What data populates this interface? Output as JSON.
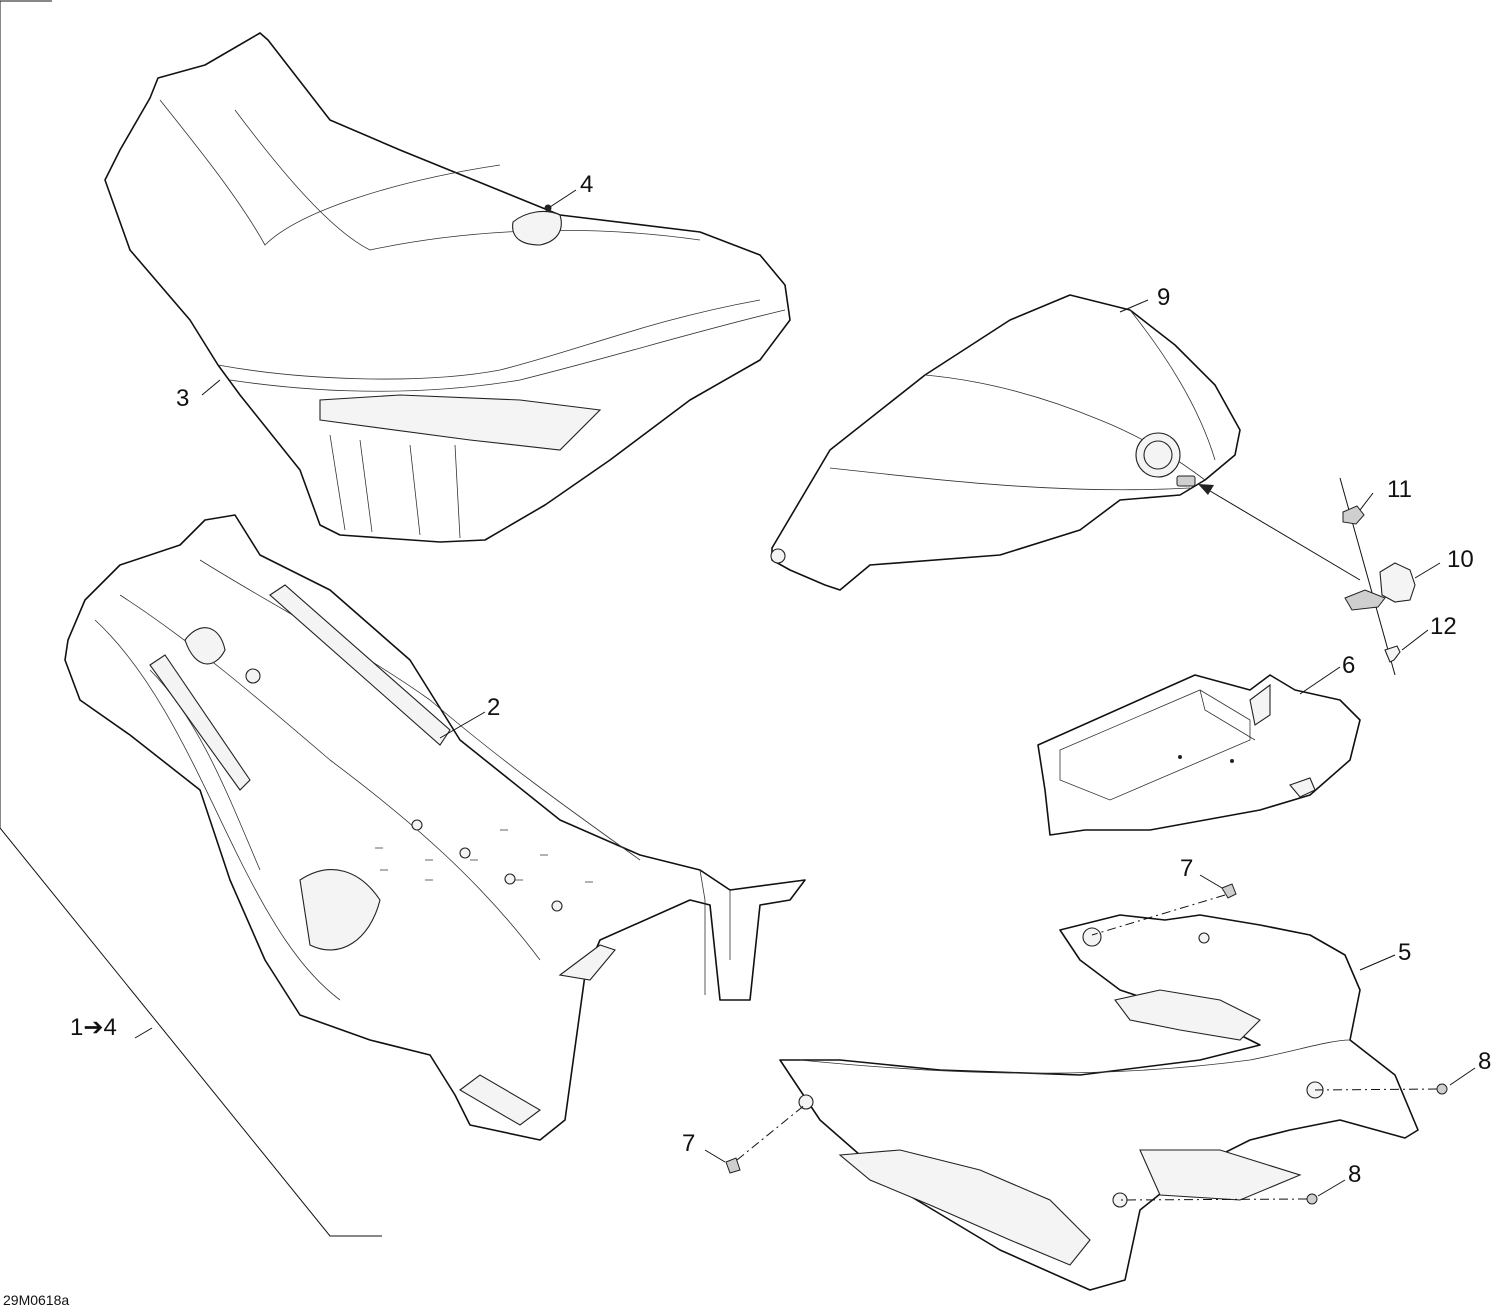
{
  "callouts": {
    "c1": "1➔4",
    "c2": "2",
    "c3": "3",
    "c4": "4",
    "c5": "5",
    "c6": "6",
    "c7a": "7",
    "c7b": "7",
    "c8a": "8",
    "c8b": "8",
    "c9": "9",
    "c10": "10",
    "c11": "11",
    "c12": "12"
  },
  "drawing_code": "29M0618a"
}
